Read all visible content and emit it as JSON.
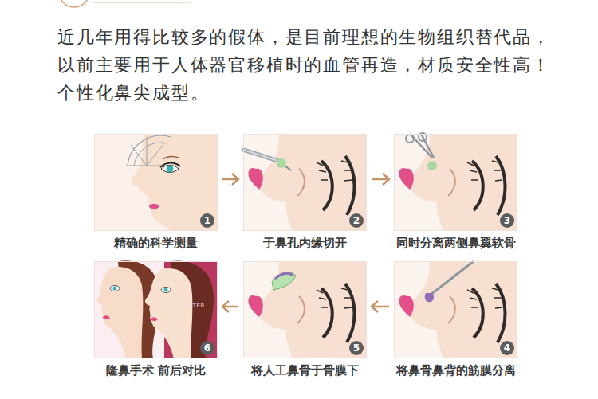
{
  "diagram": {
    "nodes": [
      {
        "text": [
          "1",
          "精确的科学测量"
        ]
      },
      {
        "text": [
          "2",
          "于鼻孔内缘切开"
        ]
      },
      {
        "text": [
          "3",
          "同时分离两侧鼻翼软骨"
        ]
      },
      {
        "text": [
          "4",
          "将鼻骨鼻背的筋膜分离"
        ]
      },
      {
        "text": [
          "5",
          "将人工鼻骨于骨膜下"
        ]
      },
      {
        "text": [
          "6",
          "隆鼻手术 前后对比"
        ]
      }
    ],
    "edges": [
      {
        "from": 0,
        "to": 1,
        "arrow": "to"
      },
      {
        "from": 1,
        "to": 2,
        "arrow": "to"
      },
      {
        "from": 3,
        "to": 4,
        "arrow": "to"
      },
      {
        "from": 4,
        "to": 5,
        "arrow": "to"
      }
    ],
    "labels": [
      "近几年用得比较多的假体，是目前理想的生物组织替代品， 以前主要用于人体器官移植时的血管再造，材质安全性高！ 个性化鼻尖成型。",
      "AFTER"
    ]
  }
}
